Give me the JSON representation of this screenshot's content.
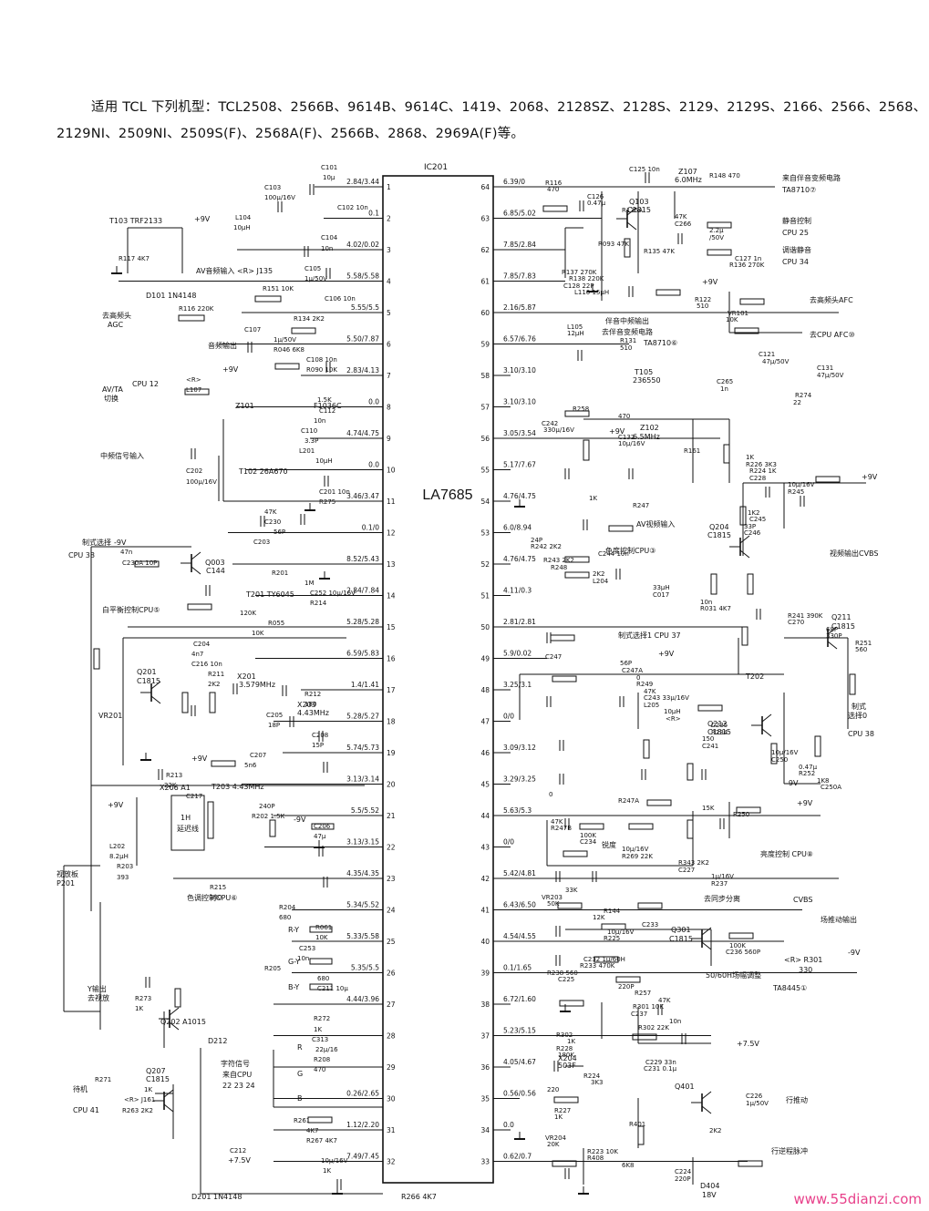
{
  "header": {
    "line1": "适用 TCL 下列机型：TCL2508、2566B、9614B、9614C、1419、2068、2128SZ、2128S、2129、2129S、2166、2566、2568、",
    "line2": "2129NI、2509NI、2509S(F)、2568A(F)、2566B、2868、2969A(F)等。"
  },
  "ic": {
    "designator": "IC201",
    "part": "LA7685"
  },
  "left_pins": [
    {
      "n": "1",
      "v": "2.84/3.44"
    },
    {
      "n": "2",
      "v": "0.1"
    },
    {
      "n": "3",
      "v": "4.02/0.02"
    },
    {
      "n": "4",
      "v": "5.58/5.58"
    },
    {
      "n": "5",
      "v": "5.55/5.5"
    },
    {
      "n": "6",
      "v": "5.50/7.87"
    },
    {
      "n": "7",
      "v": "2.83/4.13"
    },
    {
      "n": "8",
      "v": "0.0"
    },
    {
      "n": "9",
      "v": "4.74/4.75"
    },
    {
      "n": "10",
      "v": "0.0"
    },
    {
      "n": "11",
      "v": "3.46/3.47"
    },
    {
      "n": "12",
      "v": "0.1/0"
    },
    {
      "n": "13",
      "v": "8.52/5.43"
    },
    {
      "n": "14",
      "v": "2.84/7.84"
    },
    {
      "n": "15",
      "v": "5.28/5.28"
    },
    {
      "n": "16",
      "v": "6.59/5.83"
    },
    {
      "n": "17",
      "v": "1.4/1.41"
    },
    {
      "n": "18",
      "v": "5.28/5.27"
    },
    {
      "n": "19",
      "v": "5.74/5.73"
    },
    {
      "n": "20",
      "v": "3.13/3.14"
    },
    {
      "n": "21",
      "v": "5.5/5.52"
    },
    {
      "n": "22",
      "v": "3.13/3.15"
    },
    {
      "n": "23",
      "v": "4.35/4.35"
    },
    {
      "n": "24",
      "v": "5.34/5.52"
    },
    {
      "n": "25",
      "v": "5.33/5.58"
    },
    {
      "n": "26",
      "v": "5.35/5.5"
    },
    {
      "n": "27",
      "v": "4.44/3.96"
    },
    {
      "n": "28",
      "v": ""
    },
    {
      "n": "29",
      "v": ""
    },
    {
      "n": "30",
      "v": "0.26/2.65"
    },
    {
      "n": "31",
      "v": "1.12/2.20"
    },
    {
      "n": "32",
      "v": "7.49/7.45"
    }
  ],
  "right_pins": [
    {
      "n": "64",
      "v": "6.39/0"
    },
    {
      "n": "63",
      "v": "6.85/5.02"
    },
    {
      "n": "62",
      "v": "7.85/2.84"
    },
    {
      "n": "61",
      "v": "7.85/7.83"
    },
    {
      "n": "60",
      "v": "2.16/5.87"
    },
    {
      "n": "59",
      "v": "6.57/6.76"
    },
    {
      "n": "58",
      "v": "3.10/3.10"
    },
    {
      "n": "57",
      "v": "3.10/3.10"
    },
    {
      "n": "56",
      "v": "3.05/3.54"
    },
    {
      "n": "55",
      "v": "5.17/7.67"
    },
    {
      "n": "54",
      "v": "4.76/4.75"
    },
    {
      "n": "53",
      "v": "6.0/8.94"
    },
    {
      "n": "52",
      "v": "4.76/4.75"
    },
    {
      "n": "51",
      "v": "4.11/0.3"
    },
    {
      "n": "50",
      "v": "2.81/2.81"
    },
    {
      "n": "49",
      "v": "5.9/0.02"
    },
    {
      "n": "48",
      "v": "3.25/3.1"
    },
    {
      "n": "47",
      "v": "0/0"
    },
    {
      "n": "46",
      "v": "3.09/3.12"
    },
    {
      "n": "45",
      "v": "3.29/3.25"
    },
    {
      "n": "44",
      "v": "5.63/5.3"
    },
    {
      "n": "43",
      "v": "0/0"
    },
    {
      "n": "42",
      "v": "5.42/4.81"
    },
    {
      "n": "41",
      "v": "6.43/6.50"
    },
    {
      "n": "40",
      "v": "4.54/4.55"
    },
    {
      "n": "39",
      "v": "0.1/1.65"
    },
    {
      "n": "38",
      "v": "6.72/1.60"
    },
    {
      "n": "37",
      "v": "5.23/5.15"
    },
    {
      "n": "36",
      "v": "4.05/4.67"
    },
    {
      "n": "35",
      "v": "0.56/0.56"
    },
    {
      "n": "34",
      "v": "0.0"
    },
    {
      "n": "33",
      "v": "0.62/0.7"
    }
  ],
  "left_labels": [
    {
      "id": "t103",
      "text": "T103  TRF2133"
    },
    {
      "id": "p9v_a",
      "text": "+9V"
    },
    {
      "id": "av_in",
      "text": "AV音频输入 <R> J135"
    },
    {
      "id": "d101",
      "text": "D101 1N4148"
    },
    {
      "id": "agc",
      "text": "去高频头"
    },
    {
      "id": "agc2",
      "text": "AGC"
    },
    {
      "id": "audio_out",
      "text": "音频输出"
    },
    {
      "id": "p9v_b",
      "text": "+9V"
    },
    {
      "id": "avta",
      "text": "AV/TA"
    },
    {
      "id": "avta2",
      "text": "切换"
    },
    {
      "id": "cpu12",
      "text": "CPU 12"
    },
    {
      "id": "z101",
      "text": "Z101"
    },
    {
      "id": "f1036c",
      "text": "F1036C"
    },
    {
      "id": "if_in",
      "text": "中频信号输入"
    },
    {
      "id": "t102",
      "text": "T102 26A670"
    },
    {
      "id": "m9v",
      "text": "-9V"
    },
    {
      "id": "std_sel",
      "text": "制式选择"
    },
    {
      "id": "cpu38",
      "text": "CPU 38"
    },
    {
      "id": "q003",
      "text": "Q003"
    },
    {
      "id": "q003b",
      "text": "C144"
    },
    {
      "id": "t201",
      "text": "T201 TY6045"
    },
    {
      "id": "color_cpu",
      "text": "白平衡控制CPU⑤"
    },
    {
      "id": "q201",
      "text": "Q201"
    },
    {
      "id": "q201b",
      "text": "C1815"
    },
    {
      "id": "vr201",
      "text": "VR201"
    },
    {
      "id": "x201",
      "text": "X201"
    },
    {
      "id": "x201f",
      "text": "3.579MHz"
    },
    {
      "id": "x203",
      "text": "X203"
    },
    {
      "id": "x203f",
      "text": "4.43MHz"
    },
    {
      "id": "x206",
      "text": "X206 A1"
    },
    {
      "id": "t203",
      "text": "T203 4.43MHz"
    },
    {
      "id": "dl1",
      "text": "1H"
    },
    {
      "id": "dl2",
      "text": "延迟线"
    },
    {
      "id": "p9v_c",
      "text": "+9V"
    },
    {
      "id": "p9v_d",
      "text": "+9V"
    },
    {
      "id": "m9v_b",
      "text": "-9V"
    },
    {
      "id": "socket",
      "text": "视放板"
    },
    {
      "id": "p201",
      "text": "P201"
    },
    {
      "id": "y_out",
      "text": "Y输出"
    },
    {
      "id": "y_out2",
      "text": "去视放"
    },
    {
      "id": "q202",
      "text": "Q202 A1015"
    },
    {
      "id": "d212",
      "text": "D212"
    },
    {
      "id": "q207",
      "text": "Q207"
    },
    {
      "id": "q207b",
      "text": "C1815"
    },
    {
      "id": "standby",
      "text": "待机"
    },
    {
      "id": "cpu41",
      "text": "CPU 41"
    },
    {
      "id": "osd",
      "text": "字符信号"
    },
    {
      "id": "osd2",
      "text": "来自CPU"
    },
    {
      "id": "osd3",
      "text": "22 23 24"
    },
    {
      "id": "p75v",
      "text": "+7.5V"
    },
    {
      "id": "d201",
      "text": "D201 1N4148"
    },
    {
      "id": "tint_cpu",
      "text": "色调控制CPU⑥"
    },
    {
      "id": "ry",
      "text": "R-Y"
    },
    {
      "id": "gy",
      "text": "G-Y"
    },
    {
      "id": "by",
      "text": "B-Y"
    },
    {
      "id": "r_in",
      "text": "R"
    },
    {
      "id": "g_in",
      "text": "G"
    },
    {
      "id": "b_in",
      "text": "B"
    },
    {
      "id": "r266",
      "text": "R266 4K7"
    }
  ],
  "right_labels": [
    {
      "id": "z107",
      "text": "Z107"
    },
    {
      "id": "z107f",
      "text": "6.0MHz"
    },
    {
      "id": "ta8710a",
      "text": "来自伴音变频电路"
    },
    {
      "id": "ta8710b",
      "text": "TA8710⑦"
    },
    {
      "id": "mute",
      "text": "静音控制"
    },
    {
      "id": "mute2",
      "text": "CPU 25"
    },
    {
      "id": "tune",
      "text": "调谐静音"
    },
    {
      "id": "tune2",
      "text": "CPU 34"
    },
    {
      "id": "q103",
      "text": "Q103"
    },
    {
      "id": "q103b",
      "text": "C1815"
    },
    {
      "id": "p9v_e",
      "text": "+9V"
    },
    {
      "id": "afc1",
      "text": "去高频头AFC"
    },
    {
      "id": "afc2",
      "text": "去CPU AFC⑩"
    },
    {
      "id": "sif_out",
      "text": "伴音中频输出"
    },
    {
      "id": "sif_out2",
      "text": "去伴音变频电路"
    },
    {
      "id": "sif_out3",
      "text": "TA8710⑥"
    },
    {
      "id": "t105",
      "text": "T105"
    },
    {
      "id": "t105b",
      "text": "236550"
    },
    {
      "id": "z102",
      "text": "Z102"
    },
    {
      "id": "z102f",
      "text": "6.5MHz"
    },
    {
      "id": "p9v_f",
      "text": "+9V"
    },
    {
      "id": "p9v_g",
      "text": "+9V"
    },
    {
      "id": "av_video",
      "text": "AV视频输入"
    },
    {
      "id": "sat_cpu",
      "text": "色度控制CPU③"
    },
    {
      "id": "cvbs_out",
      "text": "视频输出CVBS"
    },
    {
      "id": "q204",
      "text": "Q204"
    },
    {
      "id": "q204b",
      "text": "C1815"
    },
    {
      "id": "q211",
      "text": "Q211"
    },
    {
      "id": "q211b",
      "text": "C1815"
    },
    {
      "id": "std_cpu",
      "text": "制式选择1 CPU 37"
    },
    {
      "id": "p9v_h",
      "text": "+9V"
    },
    {
      "id": "t202",
      "text": "T202"
    },
    {
      "id": "std2",
      "text": "制式"
    },
    {
      "id": "std3",
      "text": "选择0"
    },
    {
      "id": "std4",
      "text": "CPU 38"
    },
    {
      "id": "q212",
      "text": "Q212"
    },
    {
      "id": "q212b",
      "text": "C1815"
    },
    {
      "id": "m9v_c",
      "text": "-9V"
    },
    {
      "id": "p9v_i",
      "text": "+9V"
    },
    {
      "id": "bright",
      "text": "亮度控制 CPU⑧"
    },
    {
      "id": "sharp",
      "text": "锐度"
    },
    {
      "id": "sync",
      "text": "去同步分离"
    },
    {
      "id": "cvbs2",
      "text": "CVBS"
    },
    {
      "id": "q301",
      "text": "Q301"
    },
    {
      "id": "q301b",
      "text": "C1815"
    },
    {
      "id": "vdrive",
      "text": "场推动输出"
    },
    {
      "id": "r301",
      "text": "<R> R301"
    },
    {
      "id": "r301b",
      "text": "330"
    },
    {
      "id": "m9v_d",
      "text": "-9V"
    },
    {
      "id": "vsel",
      "text": "50/60H场幅调整"
    },
    {
      "id": "ta8445",
      "text": "TA8445①"
    },
    {
      "id": "p75v_b",
      "text": "+7.5V"
    },
    {
      "id": "x204",
      "text": "X204"
    },
    {
      "id": "x204b",
      "text": "503F"
    },
    {
      "id": "q401",
      "text": "Q401"
    },
    {
      "id": "hdrive",
      "text": "行推动"
    },
    {
      "id": "hflyback",
      "text": "行逆程脉冲"
    },
    {
      "id": "d404",
      "text": "D404"
    },
    {
      "id": "d404b",
      "text": "18V"
    }
  ],
  "components_left": [
    "C101",
    "10μ",
    "C103",
    "100μ/16V",
    "C102 10n",
    "L104",
    "10μH",
    "C104",
    "10n",
    "R117 4K7",
    "C105",
    "1μ/50V",
    "R151 10K",
    "C106 10n",
    "R116 220K",
    "R134 2K2",
    "C107",
    "1μ/50V",
    "R046 6K8",
    "C108 10n",
    "R090 10K",
    "<R>",
    "L107",
    "1.5K",
    "C112",
    "10n",
    "C110",
    "3.3P",
    "L201",
    "10μH",
    "C202",
    "100μ/16V",
    "C201 10n",
    "R275",
    "47K",
    "C230",
    "56P",
    "C203",
    "47n",
    "C230A 10P",
    "R201",
    "1M",
    "C252 10μ/16V",
    "R214",
    "120K",
    "R055",
    "10K",
    "C204",
    "4n7",
    "C216 10n",
    "R211",
    "2K2",
    "R212",
    "180",
    "C205",
    "18P",
    "C208",
    "15P",
    "C207",
    "5n6",
    "R213",
    "22K",
    "C217",
    "240P",
    "R202 1.5K",
    "C206",
    "47μ",
    "L202",
    "8.2μH",
    "R203",
    "393",
    "R215",
    "390",
    "R204",
    "680",
    "R061",
    "10K",
    "C253",
    "10n",
    "R205",
    "680",
    "C211 10μ",
    "R273",
    "1K",
    "R272",
    "1K",
    "C313",
    "22μ/16",
    "R208",
    "470",
    "R271",
    "1K",
    "<R> J161",
    "R263 2K2",
    "R261",
    "4K7",
    "R267 4K7",
    "C212",
    "10μ/16V",
    "1K"
  ],
  "components_right": [
    "C125 10n",
    "R148 470",
    "R116",
    "470",
    "C126",
    "0.47μ",
    "R135A",
    "47K",
    "C266",
    "2.2μ",
    "/50V",
    "R093 47K",
    "R135 47K",
    "C127 1n",
    "R136 270K",
    "R137 270K",
    "R138 220K",
    "C128 22P",
    "L110 15μH",
    "R122",
    "510",
    "VR101",
    "10K",
    "L105",
    "12μH",
    "R131",
    "510",
    "C121",
    "47μ/50V",
    "C131",
    "47μ/50V",
    "C265",
    "1n",
    "R274",
    "22",
    "R258",
    "470",
    "C242",
    "330μ/16V",
    "C132",
    "10μ/16V",
    "R161",
    "1K",
    "R226 3K3",
    "R224 1K",
    "C228",
    "10μ/16V",
    "R245",
    "1K",
    "R247",
    "1K2",
    "C245",
    "33P",
    "C246",
    "24P",
    "R242 2K2",
    "C244 10n",
    "R243 2K2",
    "R248",
    "2K2",
    "L204",
    "33μH",
    "C017",
    "10n",
    "R031 4K7",
    "R241 390K",
    "C270",
    "68P",
    "330P",
    "R251",
    "560",
    "C247",
    "56P",
    "C247A",
    "0",
    "R249",
    "47K",
    "C243 33μ/16V",
    "L205",
    "10μH",
    "<R>",
    "C235",
    "R234",
    "150",
    "C241",
    "10μ/16V",
    "C250",
    "0.47μ",
    "R252",
    "1K8",
    "C250A",
    "0",
    "R247A",
    "15K",
    "R250",
    "47K",
    "R247B",
    "100K",
    "C234",
    "10μ/16V",
    "R269 22K",
    "R343 2K2",
    "C227",
    "1μ/16V",
    "R237",
    "33K",
    "VR203",
    "50K",
    "R144",
    "12K",
    "C233",
    "10μ/16V",
    "R225",
    "100K",
    "C236 560P",
    "C232 1μ/60H",
    "R233 470K",
    "R238 560",
    "C225",
    "220P",
    "R257",
    "47K",
    "R301 10K",
    "C237",
    "10n",
    "R302 22K",
    "R302",
    "1K",
    "R228",
    "180K",
    "C229 33n",
    "C231 0.1μ",
    "R224",
    "3K3",
    "220",
    "C226",
    "1μ/50V",
    "R227",
    "1K",
    "R401",
    "2K2",
    "VR204",
    "20K",
    "R223 10K",
    "R408",
    "6K8",
    "C224",
    "220P"
  ],
  "watermark": "www.55dianzi.com"
}
